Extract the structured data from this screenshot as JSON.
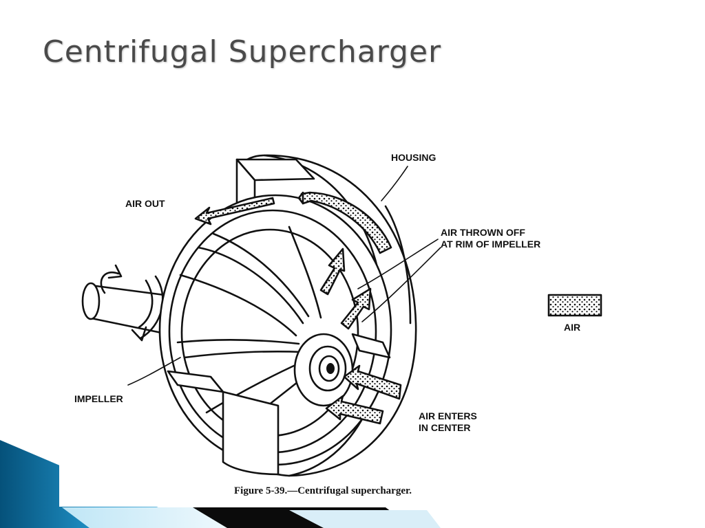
{
  "slide": {
    "title": "Centrifugal Supercharger"
  },
  "diagram": {
    "labels": {
      "housing": "HOUSING",
      "air_out": "AIR OUT",
      "air_thrown_line1": "AIR THROWN OFF",
      "air_thrown_line2": "AT RIM OF IMPELLER",
      "air_legend": "AIR",
      "impeller": "IMPELLER",
      "air_enters_line1": "AIR ENTERS",
      "air_enters_line2": "IN CENTER"
    },
    "caption": "Figure 5-39.—Centrifugal supercharger."
  },
  "colors": {
    "title": "#4a4a4a",
    "ink": "#111111",
    "accent_blue": "#1f8fc4",
    "accent_light": "#8fd3ef",
    "accent_dark": "#05517a"
  }
}
